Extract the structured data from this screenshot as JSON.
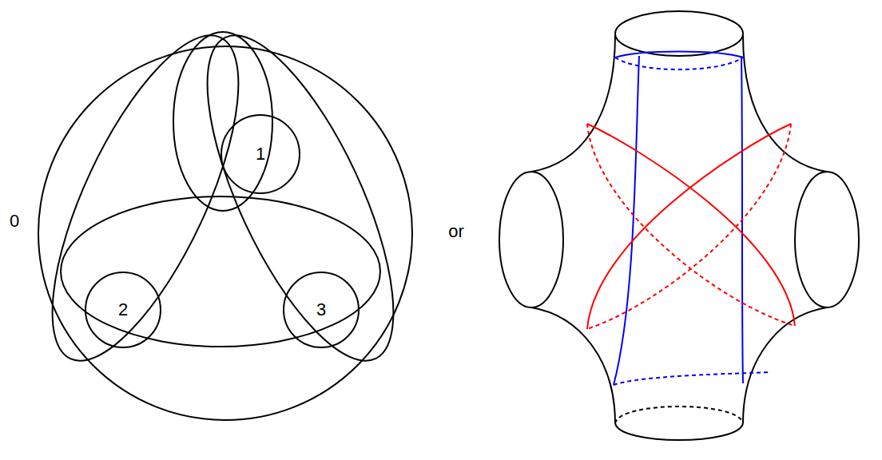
{
  "diagram": {
    "nodes": [
      {
        "text": [
          "0"
        ]
      },
      {
        "text": [
          "1"
        ],
        "in": 0
      },
      {
        "text": [
          "2"
        ],
        "in": 0
      },
      {
        "text": [
          "3"
        ],
        "in": 0
      }
    ],
    "labels": [
      "or"
    ]
  }
}
